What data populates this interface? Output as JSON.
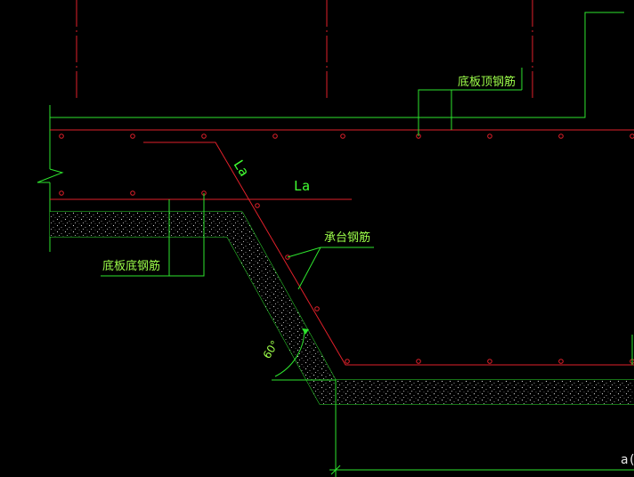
{
  "labels": {
    "top_rebar": "底板顶钢筋",
    "bottom_rebar": "底板底钢筋",
    "cap_rebar": "承台钢筋",
    "la_horizontal": "La",
    "la_diagonal": "La",
    "angle": "60°",
    "partial_dim": "a("
  },
  "colors": {
    "background": "#000000",
    "rebar": "#e0202a",
    "concrete_outline": "#2ee52e",
    "leader": "#2ee52e",
    "text": "#9dff4a",
    "axis": "#e0202a",
    "infill": "#cfcfcf"
  }
}
